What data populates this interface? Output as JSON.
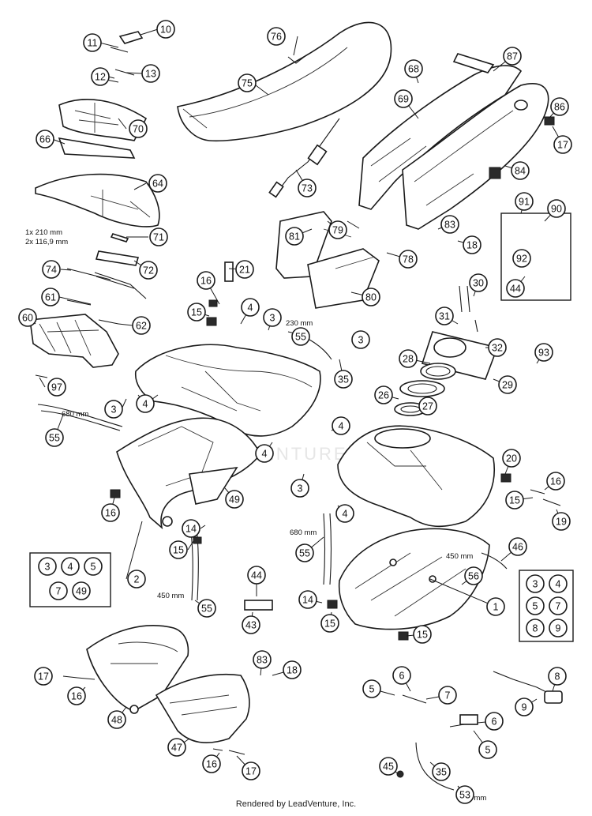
{
  "callouts": [
    {
      "id": "c-10",
      "label": "10"
    },
    {
      "id": "c-11",
      "label": "11"
    },
    {
      "id": "c-12",
      "label": "12"
    },
    {
      "id": "c-13",
      "label": "13"
    },
    {
      "id": "c-70",
      "label": "70"
    },
    {
      "id": "c-66",
      "label": "66"
    },
    {
      "id": "c-64",
      "label": "64"
    },
    {
      "id": "c-71",
      "label": "71"
    },
    {
      "id": "c-72",
      "label": "72"
    },
    {
      "id": "c-74",
      "label": "74"
    },
    {
      "id": "c-61",
      "label": "61"
    },
    {
      "id": "c-60",
      "label": "60"
    },
    {
      "id": "c-62",
      "label": "62"
    },
    {
      "id": "c-97",
      "label": "97"
    },
    {
      "id": "c-55a",
      "label": "55"
    },
    {
      "id": "c-3a",
      "label": "3"
    },
    {
      "id": "c-4a",
      "label": "4"
    },
    {
      "id": "c-16a",
      "label": "16"
    },
    {
      "id": "c-2",
      "label": "2"
    },
    {
      "id": "c-15a",
      "label": "15"
    },
    {
      "id": "c-14a",
      "label": "14"
    },
    {
      "id": "c-49",
      "label": "49"
    },
    {
      "id": "c-55b",
      "label": "55"
    },
    {
      "id": "c-76",
      "label": "76"
    },
    {
      "id": "c-75",
      "label": "75"
    },
    {
      "id": "c-73",
      "label": "73"
    },
    {
      "id": "c-81",
      "label": "81"
    },
    {
      "id": "c-79",
      "label": "79"
    },
    {
      "id": "c-78",
      "label": "78"
    },
    {
      "id": "c-80",
      "label": "80"
    },
    {
      "id": "c-21",
      "label": "21"
    },
    {
      "id": "c-16b",
      "label": "16"
    },
    {
      "id": "c-15b",
      "label": "15"
    },
    {
      "id": "c-4b",
      "label": "4"
    },
    {
      "id": "c-3b",
      "label": "3"
    },
    {
      "id": "c-55c",
      "label": "55"
    },
    {
      "id": "c-35a",
      "label": "35"
    },
    {
      "id": "c-3c",
      "label": "3"
    },
    {
      "id": "c-4c",
      "label": "4"
    },
    {
      "id": "c-4d",
      "label": "4"
    },
    {
      "id": "c-3d",
      "label": "3"
    },
    {
      "id": "c-4e",
      "label": "4"
    },
    {
      "id": "c-55d",
      "label": "55"
    },
    {
      "id": "c-44a",
      "label": "44"
    },
    {
      "id": "c-43",
      "label": "43"
    },
    {
      "id": "c-14b",
      "label": "14"
    },
    {
      "id": "c-15c",
      "label": "15"
    },
    {
      "id": "c-68",
      "label": "68"
    },
    {
      "id": "c-69",
      "label": "69"
    },
    {
      "id": "c-87",
      "label": "87"
    },
    {
      "id": "c-86",
      "label": "86"
    },
    {
      "id": "c-17a",
      "label": "17"
    },
    {
      "id": "c-84",
      "label": "84"
    },
    {
      "id": "c-83a",
      "label": "83"
    },
    {
      "id": "c-18a",
      "label": "18"
    },
    {
      "id": "c-90",
      "label": "90"
    },
    {
      "id": "c-91",
      "label": "91"
    },
    {
      "id": "c-92",
      "label": "92"
    },
    {
      "id": "c-44b",
      "label": "44"
    },
    {
      "id": "c-30",
      "label": "30"
    },
    {
      "id": "c-31",
      "label": "31"
    },
    {
      "id": "c-32",
      "label": "32"
    },
    {
      "id": "c-93",
      "label": "93"
    },
    {
      "id": "c-28",
      "label": "28"
    },
    {
      "id": "c-29",
      "label": "29"
    },
    {
      "id": "c-26",
      "label": "26"
    },
    {
      "id": "c-27",
      "label": "27"
    },
    {
      "id": "c-20",
      "label": "20"
    },
    {
      "id": "c-16c",
      "label": "16"
    },
    {
      "id": "c-15d",
      "label": "15"
    },
    {
      "id": "c-19",
      "label": "19"
    },
    {
      "id": "c-46",
      "label": "46"
    },
    {
      "id": "c-56",
      "label": "56"
    },
    {
      "id": "c-1",
      "label": "1"
    },
    {
      "id": "c-15e",
      "label": "15"
    },
    {
      "id": "c-17b",
      "label": "17"
    },
    {
      "id": "c-16d",
      "label": "16"
    },
    {
      "id": "c-48",
      "label": "48"
    },
    {
      "id": "c-83b",
      "label": "83"
    },
    {
      "id": "c-18b",
      "label": "18"
    },
    {
      "id": "c-47",
      "label": "47"
    },
    {
      "id": "c-16e",
      "label": "16"
    },
    {
      "id": "c-17c",
      "label": "17"
    },
    {
      "id": "c-6a",
      "label": "6"
    },
    {
      "id": "c-5a",
      "label": "5"
    },
    {
      "id": "c-7",
      "label": "7"
    },
    {
      "id": "c-6b",
      "label": "6"
    },
    {
      "id": "c-5b",
      "label": "5"
    },
    {
      "id": "c-35b",
      "label": "35"
    },
    {
      "id": "c-45",
      "label": "45"
    },
    {
      "id": "c-53",
      "label": "53"
    },
    {
      "id": "c-8",
      "label": "8"
    },
    {
      "id": "c-9",
      "label": "9"
    }
  ],
  "kit_left": [
    "3",
    "4",
    "5",
    "7",
    "49"
  ],
  "kit_right": [
    "3",
    "4",
    "5",
    "7",
    "8",
    "9"
  ],
  "dimensions": {
    "d_210": "1x 210 mm",
    "d_116": "2x 116,9 mm",
    "d_230": "230 mm",
    "d_680a": "680 mm",
    "d_680b": "680 mm",
    "d_450a": "450 mm",
    "d_450b": "450 mm",
    "d_640": "640 mm"
  },
  "watermark": "LEADVENTURE",
  "footer": "Rendered by LeadVenture, Inc."
}
